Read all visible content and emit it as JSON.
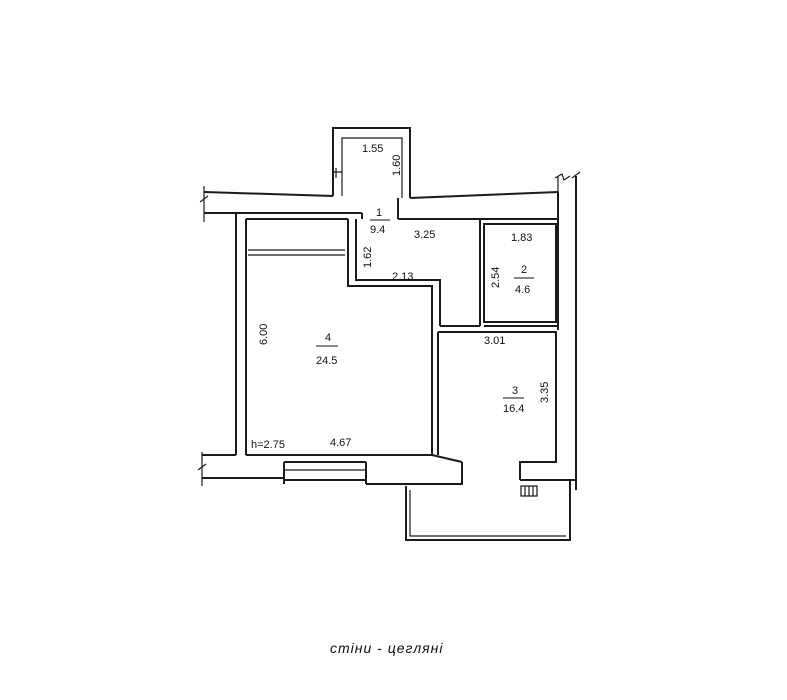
{
  "rooms": [
    {
      "number": "1",
      "area": "9.4"
    },
    {
      "number": "2",
      "area": "4.6"
    },
    {
      "number": "3",
      "area": "16.4"
    },
    {
      "number": "4",
      "area": "24.5"
    }
  ],
  "dimensions": {
    "d_1_55": "1.55",
    "d_1_60": "1.60",
    "d_3_25": "3.25",
    "d_1_62": "1.62",
    "d_2_13": "2.13",
    "d_1_83": "1.83",
    "d_2_54": "2.54",
    "d_6_00": "6.00",
    "d_3_01": "3.01",
    "d_3_35": "3.35",
    "d_4_67": "4.67",
    "ceiling_height": "h=2.75"
  },
  "caption": "стіни - цегляні"
}
